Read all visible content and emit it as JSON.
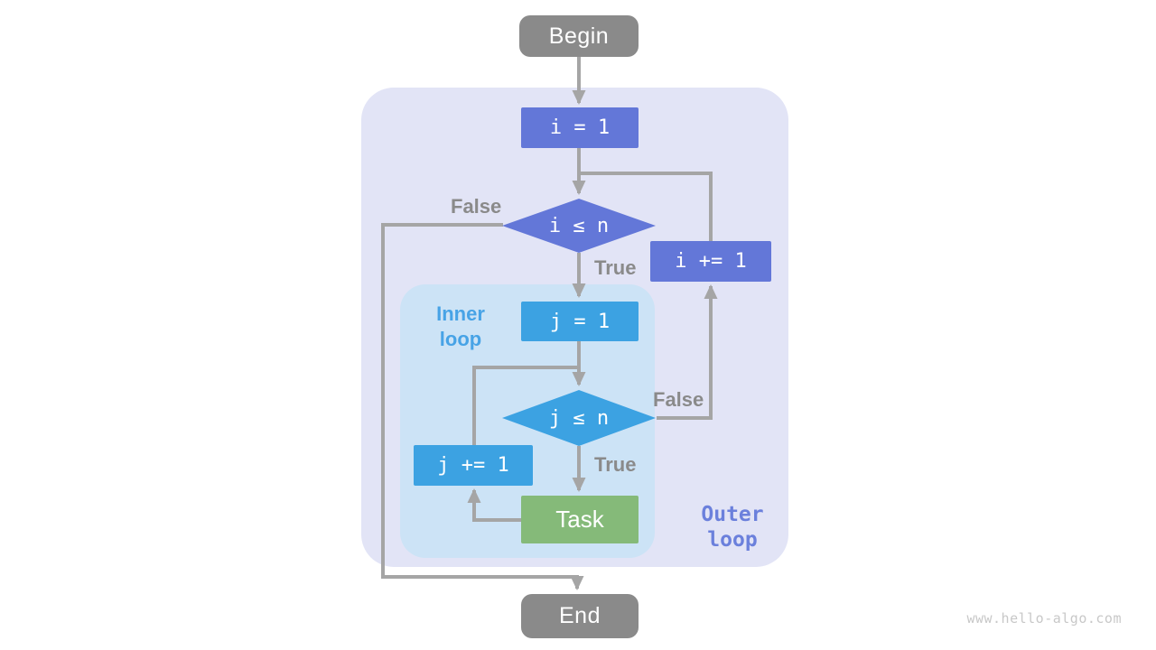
{
  "diagram": {
    "nodes": {
      "begin": "Begin",
      "init_i": "i = 1",
      "cond_i": "i ≤ n",
      "inc_i": "i += 1",
      "init_j": "j = 1",
      "cond_j": "j ≤ n",
      "inc_j": "j += 1",
      "task": "Task",
      "end": "End"
    },
    "labels": {
      "outer_false": "False",
      "outer_true": "True",
      "inner_false": "False",
      "inner_true": "True",
      "inner_loop": "Inner\nloop",
      "outer_loop": "Outer\nloop"
    },
    "watermark": "www.hello-algo.com",
    "colors": {
      "outer_region": "#e2e4f6",
      "inner_region": "#cce3f6",
      "outer_accent": "#6377d8",
      "inner_accent": "#3ca2e2",
      "task_green": "#85ba79",
      "terminal_gray": "#8a8a8a",
      "connector_gray": "#a5a5a5",
      "label_gray": "#8a8a8a",
      "inner_label_blue": "#47a3e6",
      "outer_label_purple": "#6b80dc",
      "watermark_gray": "#c8c8c8"
    }
  }
}
